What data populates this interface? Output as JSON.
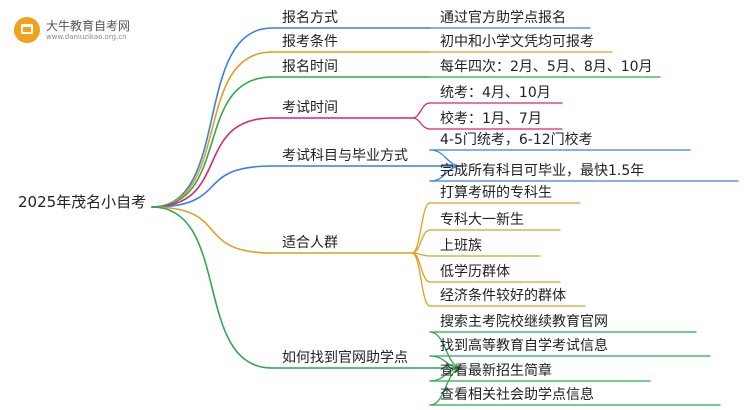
{
  "logo": {
    "title": "大牛教育自考网",
    "url": "www.daniuzikao.org.cn",
    "icon": "book-badge-icon"
  },
  "mindmap": {
    "root": "2025年茂名小自考",
    "branches": [
      {
        "label": "报名方式",
        "color": "#3b7fe0",
        "children": [
          "通过官方助学点报名"
        ]
      },
      {
        "label": "报考条件",
        "color": "#e0a020",
        "children": [
          "初中和小学文凭均可报考"
        ]
      },
      {
        "label": "报名时间",
        "color": "#2fa84f",
        "children": [
          "每年四次：2月、5月、8月、10月"
        ]
      },
      {
        "label": "考试时间",
        "color": "#d4257a",
        "children": [
          "统考：4月、10月",
          "校考：1月、7月"
        ]
      },
      {
        "label": "考试科目与毕业方式",
        "color": "#3b7fe0",
        "children": [
          "4-5门统考，6-12门校考",
          "完成所有科目可毕业，最快1.5年"
        ]
      },
      {
        "label": "适合人群",
        "color": "#e0a020",
        "children": [
          "打算考研的专科生",
          "专科大一新生",
          "上班族",
          "低学历群体",
          "经济条件较好的群体"
        ]
      },
      {
        "label": "如何找到官网助学点",
        "color": "#2fa84f",
        "children": [
          "搜索主考院校继续教育官网",
          "找到高等教育自学考试信息",
          "查看最新招生简章",
          "查看相关社会助学点信息"
        ]
      }
    ]
  }
}
